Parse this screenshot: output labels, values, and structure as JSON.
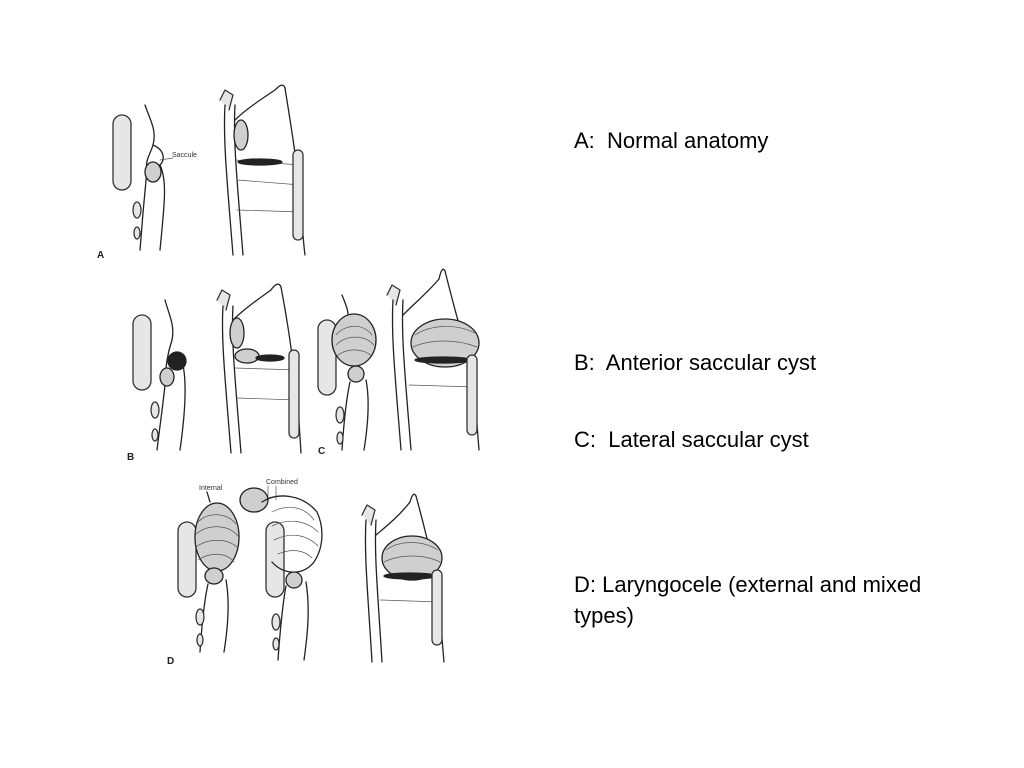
{
  "captions": {
    "a": "A:  Normal anatomy",
    "b": "B:  Anterior saccular cyst",
    "c": "C:  Lateral saccular cyst",
    "d": "D:  Laryngocele (external and mixed types)"
  },
  "panels": {
    "a": {
      "letter": "A",
      "label": "Saccule"
    },
    "b": {
      "letter": "B"
    },
    "c": {
      "letter": "C"
    },
    "d": {
      "letter": "D",
      "label_internal": "Internal",
      "label_combined": "Combined"
    }
  }
}
